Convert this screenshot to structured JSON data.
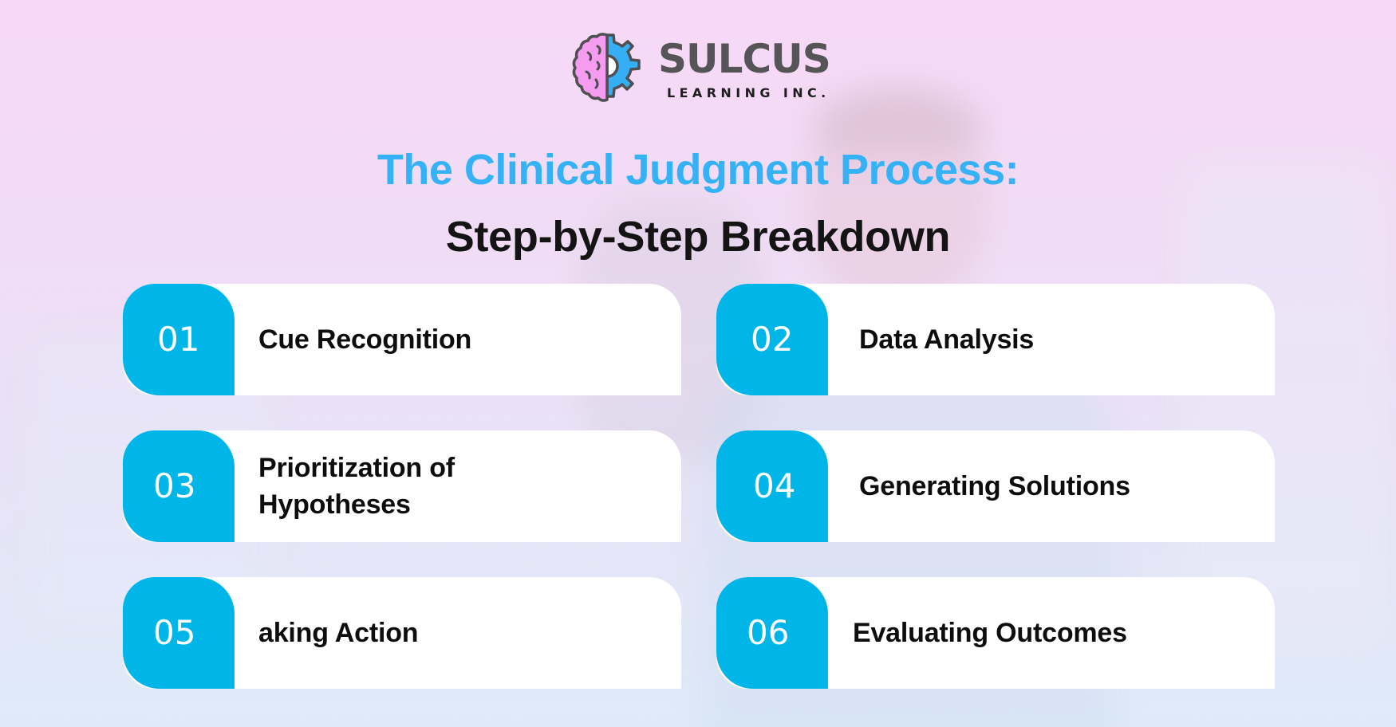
{
  "brand": {
    "name": "SULCUS",
    "tagline": "LEARNING INC.",
    "icon": "brain-gear-icon",
    "colors": {
      "brain_pink": "#f59cf0",
      "gear_blue": "#36aef6",
      "outline": "#555456"
    }
  },
  "title": {
    "line1": "The Clinical Judgment Process:",
    "line2": "Step-by-Step Breakdown",
    "line1_color": "#35b2f6",
    "line2_color": "#141414"
  },
  "steps": [
    {
      "number": "01",
      "label": "Cue Recognition"
    },
    {
      "number": "02",
      "label": "Data Analysis"
    },
    {
      "number": "03",
      "label": "Prioritization of Hypotheses",
      "label_lines": [
        "Prioritization of",
        "Hypotheses"
      ]
    },
    {
      "number": "04",
      "label": "Generating Solutions"
    },
    {
      "number": "05",
      "label": "aking Action"
    },
    {
      "number": "06",
      "label": "Evaluating Outcomes"
    }
  ],
  "colors": {
    "step_accent": "#00b5e8",
    "card_background": "#ffffff",
    "page_gradient_top": "#f7d8f6",
    "page_gradient_bottom": "#dfeaf8"
  }
}
